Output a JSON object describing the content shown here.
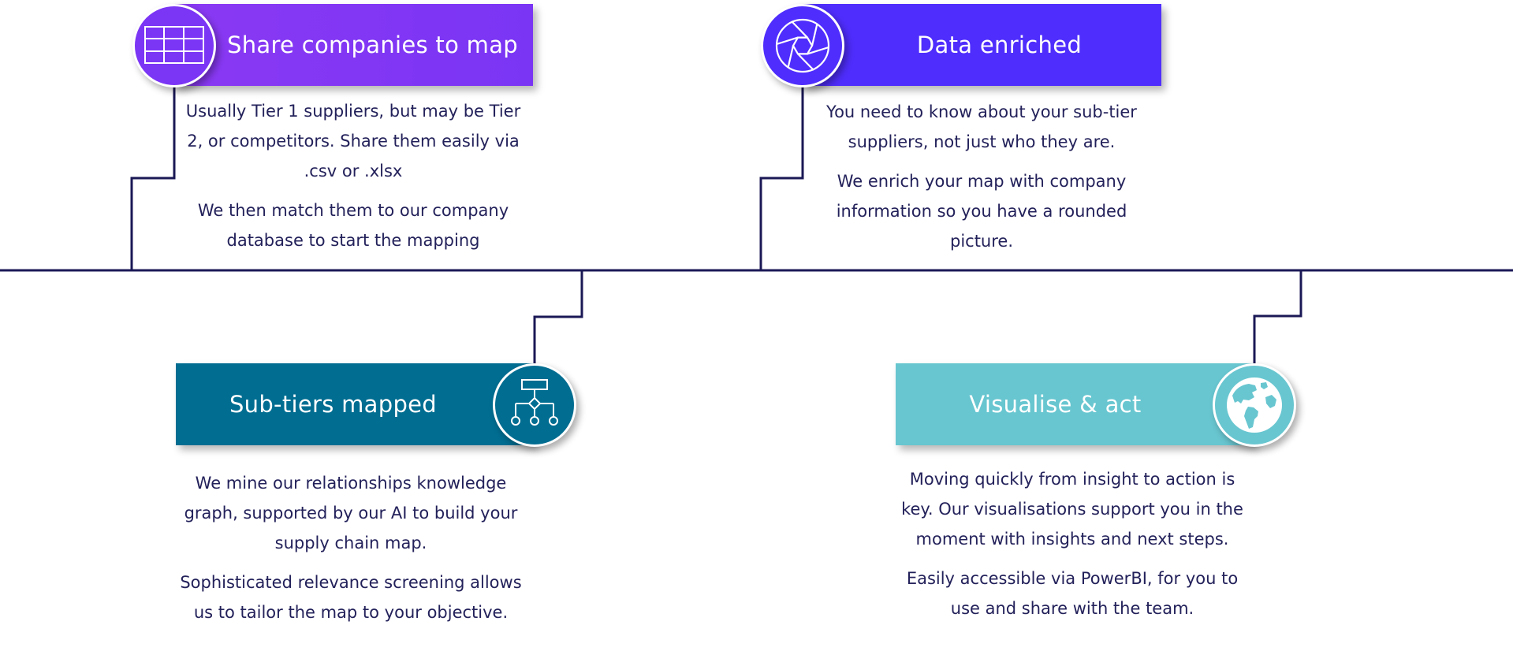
{
  "colors": {
    "line": "#1b1856",
    "text": "#23215a",
    "step1": "#7a35f4",
    "step2": "#4f2dfc",
    "step3": "#016d91",
    "step4": "#68c6d0"
  },
  "steps": [
    {
      "title": "Share companies to map",
      "icon": "table-grid-icon",
      "paragraphs": [
        "Usually Tier 1 suppliers, but may be Tier 2, or competitors. Share them easily via .csv or .xlsx",
        "We then match them to our company database to start the mapping"
      ]
    },
    {
      "title": "Data enriched",
      "icon": "camera-aperture-icon",
      "paragraphs": [
        "You need to know about your sub-tier suppliers, not just who they are.",
        "We enrich your map with company information so you have a rounded picture."
      ]
    },
    {
      "title": "Sub-tiers mapped",
      "icon": "hierarchy-diagram-icon",
      "paragraphs": [
        "We mine our relationships knowledge graph, supported by our AI to build your supply chain map.",
        "Sophisticated relevance screening allows us to tailor the map to your objective."
      ]
    },
    {
      "title": "Visualise & act",
      "icon": "globe-icon",
      "paragraphs": [
        "Moving quickly from insight to action is key. Our visualisations support you in the moment with insights and next steps.",
        "Easily accessible via PowerBI, for you to use and share with the team."
      ]
    }
  ]
}
